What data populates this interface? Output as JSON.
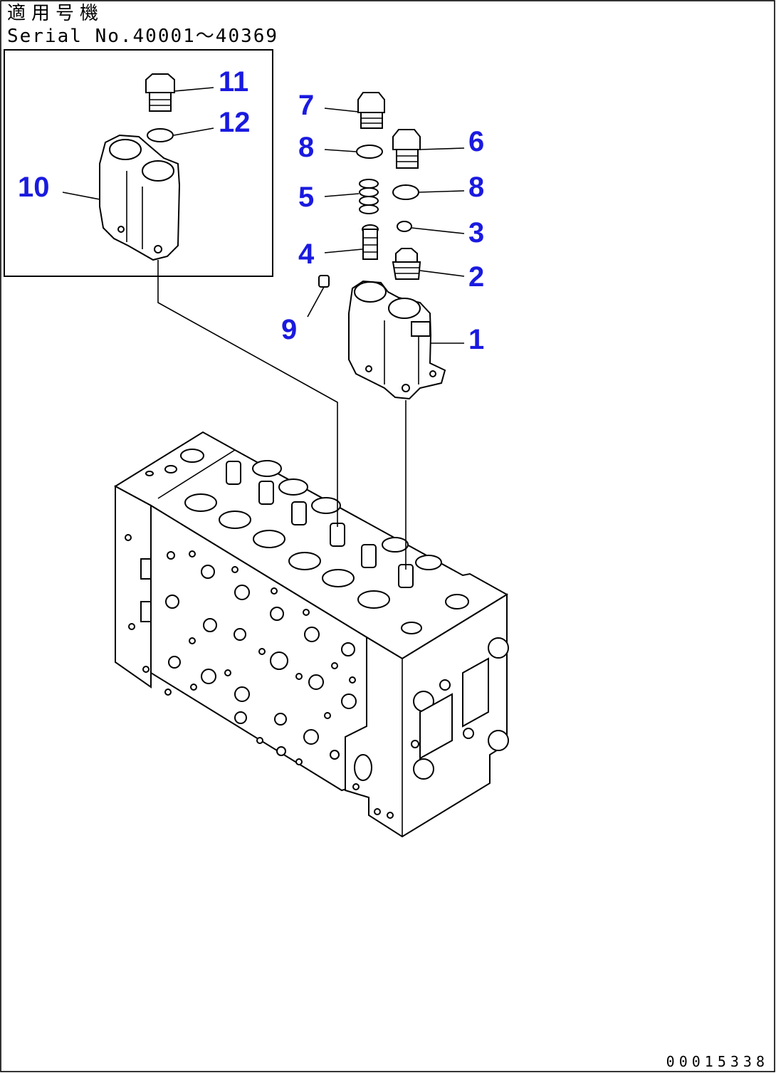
{
  "header": {
    "line1": "適用号機",
    "line2": "Serial No.40001～40369"
  },
  "document_number": "00015338",
  "callouts": {
    "c1": "1",
    "c2": "2",
    "c3": "3",
    "c4": "4",
    "c5": "5",
    "c6": "6",
    "c7": "7",
    "c8a": "8",
    "c8b": "8",
    "c9": "9",
    "c10": "10",
    "c11": "11",
    "c12": "12"
  },
  "colors": {
    "callout": "#1a1ae0",
    "line": "#000000",
    "background": "#ffffff"
  }
}
